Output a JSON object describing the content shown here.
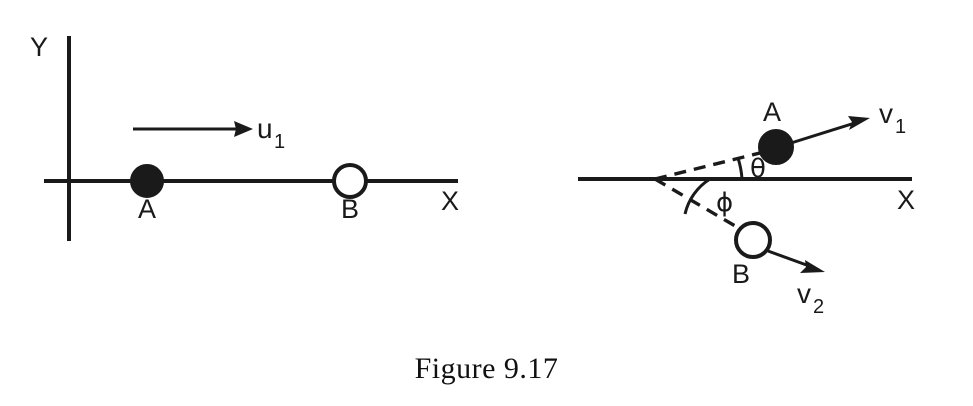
{
  "figure": {
    "caption": "Figure 9.17",
    "colors": {
      "ink": "#1a1a1a",
      "background": "#ffffff",
      "filled_body": "#1a1a1a",
      "open_body": "#ffffff"
    }
  },
  "panels": [
    {
      "id": "before-collision",
      "name": "before-collision-panel",
      "axes": {
        "y_axis_label": "Y",
        "x_axis_label": "X"
      },
      "bodies": [
        {
          "id": "A",
          "label": "A",
          "style": "filled",
          "label_position": "below"
        },
        {
          "id": "B",
          "label": "B",
          "style": "open",
          "label_position": "below"
        }
      ],
      "vectors": [
        {
          "id": "u1",
          "symbol": "u",
          "subscript": "1",
          "label": "u₁",
          "direction": "right",
          "attached_to": "A"
        }
      ]
    },
    {
      "id": "after-collision",
      "name": "after-collision-panel",
      "axes": {
        "x_axis_label": "X"
      },
      "bodies": [
        {
          "id": "A",
          "label": "A",
          "style": "filled",
          "label_position": "above"
        },
        {
          "id": "B",
          "label": "B",
          "style": "open",
          "label_position": "below-left"
        }
      ],
      "vectors": [
        {
          "id": "v1",
          "symbol": "v",
          "subscript": "1",
          "label": "v₁",
          "direction": "up-right",
          "attached_to": "A"
        },
        {
          "id": "v2",
          "symbol": "v",
          "subscript": "2",
          "label": "v₂",
          "direction": "down-right",
          "attached_to": "B"
        }
      ],
      "angles": [
        {
          "id": "theta",
          "label": "θ",
          "between": "x-axis and A path",
          "side": "above"
        },
        {
          "id": "phi",
          "label": "ϕ",
          "between": "x-axis and B path",
          "side": "below"
        }
      ]
    }
  ],
  "labels": {
    "y_axis_left": "Y",
    "x_axis_left": "X",
    "x_axis_right": "X",
    "body_a_left": "A",
    "body_b_left": "B",
    "u_symbol": "u",
    "u_subscript": "1",
    "body_a_right": "A",
    "body_b_right": "B",
    "v1_symbol": "v",
    "v1_subscript": "1",
    "v2_symbol": "v",
    "v2_subscript": "2",
    "theta": "θ",
    "phi": "ϕ"
  }
}
